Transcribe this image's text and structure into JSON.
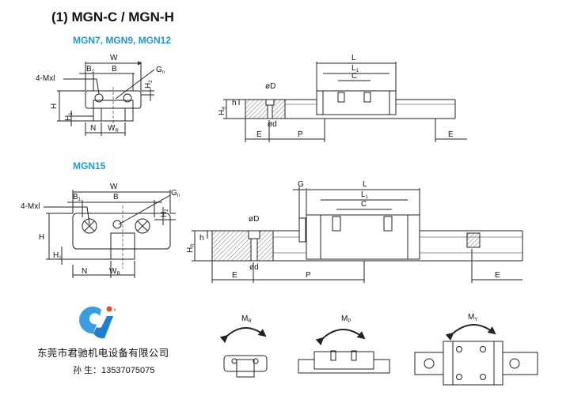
{
  "title": "(1) MGN-C / MGN-H",
  "group1": {
    "heading": "MGN7, MGN9, MGN12",
    "labels": {
      "W": "W",
      "B1": "B",
      "B1_sub": "1",
      "B": "B",
      "Gn": "G",
      "Gn_sub": "n",
      "H2": "H",
      "H2_sub": "2",
      "mxl": "4-Mxl",
      "H": "H",
      "H1": "H",
      "H1_sub": "1",
      "N": "N",
      "WR": "W",
      "WR_sub": "R",
      "L": "L",
      "L1": "L",
      "L1_sub": "1",
      "C": "C",
      "D": "øD",
      "d": "ød",
      "HR": "H",
      "HR_sub": "R",
      "h": "h",
      "E": "E",
      "P": "P",
      "E2": "E"
    }
  },
  "group2": {
    "heading": "MGN15",
    "labels": {
      "W": "W",
      "B1": "B",
      "B1_sub": "1",
      "B": "B",
      "Gn": "G",
      "Gn_sub": "n",
      "H2": "H",
      "H2_sub": "2",
      "mxl": "4-Mxl",
      "H": "H",
      "H1": "H",
      "H1_sub": "1",
      "N": "N",
      "WR": "W",
      "WR_sub": "R",
      "G": "G",
      "L": "L",
      "L1": "L",
      "L1_sub": "1",
      "C": "C",
      "D": "øD",
      "d": "ød",
      "HR": "H",
      "HR_sub": "R",
      "h": "h",
      "E": "E",
      "P": "P",
      "E2": "E"
    }
  },
  "moments": {
    "MR": "M",
    "MR_sub": "R",
    "MP": "M",
    "MP_sub": "P",
    "MY": "M",
    "MY_sub": "Y"
  },
  "company": {
    "name": "东莞市君驰机电设备有限公司",
    "contact": "孙 生：13537075075"
  },
  "colors": {
    "accent": "#1a9ad6",
    "logo_blue": "#2a8fd4",
    "logo_dot": "#e8501f"
  }
}
